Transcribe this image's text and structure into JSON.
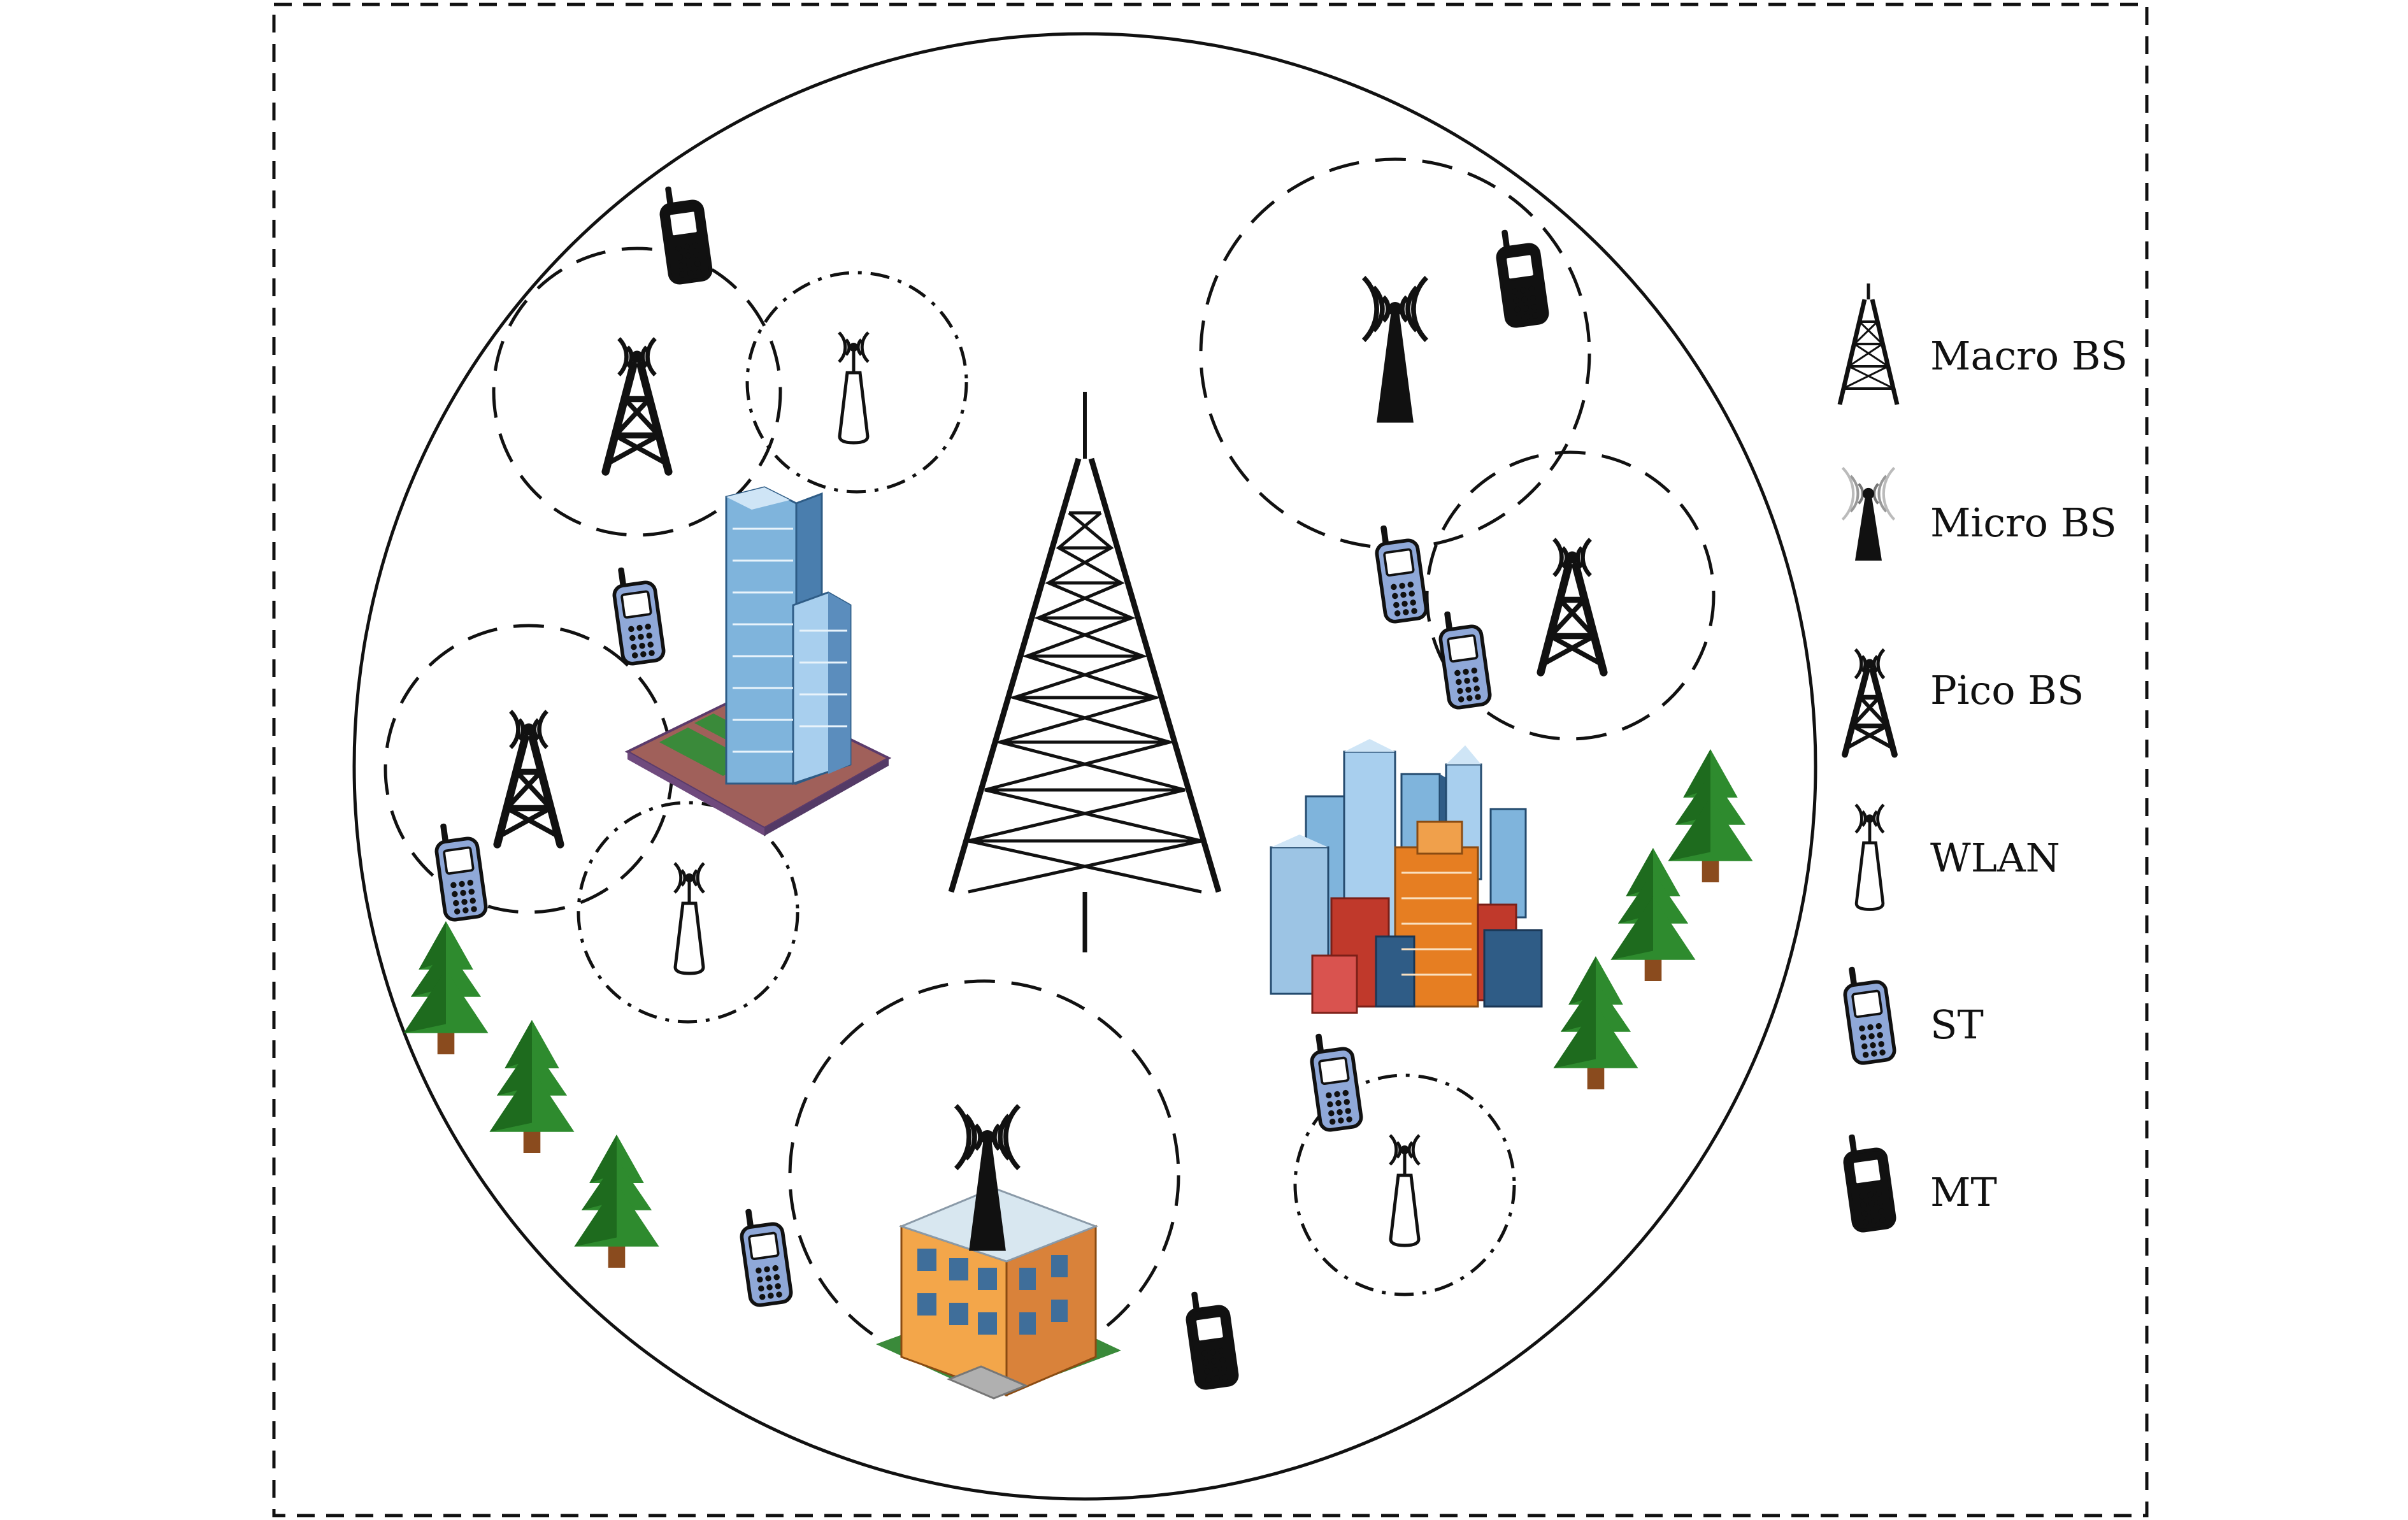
{
  "legend": {
    "items": [
      {
        "key": "macro",
        "label": "Macro BS",
        "icon": "macro-bs-icon"
      },
      {
        "key": "micro",
        "label": "Micro BS",
        "icon": "micro-bs-icon"
      },
      {
        "key": "pico",
        "label": "Pico BS",
        "icon": "pico-bs-icon"
      },
      {
        "key": "wlan",
        "label": "WLAN",
        "icon": "wlan-icon"
      },
      {
        "key": "st",
        "label": "ST",
        "icon": "st-phone-icon"
      },
      {
        "key": "mt",
        "label": "MT",
        "icon": "mt-phone-icon"
      }
    ]
  },
  "colors": {
    "line": "#111111",
    "tree": "#2e8b2e",
    "tree_dark": "#1e6b1e",
    "trunk": "#8a4b1e",
    "st_phone": "#8fa8d8",
    "mt_phone": "#111111",
    "glass": "#9cc4e4",
    "house_wall": "#f3a64a",
    "brick": "#c0392b"
  }
}
